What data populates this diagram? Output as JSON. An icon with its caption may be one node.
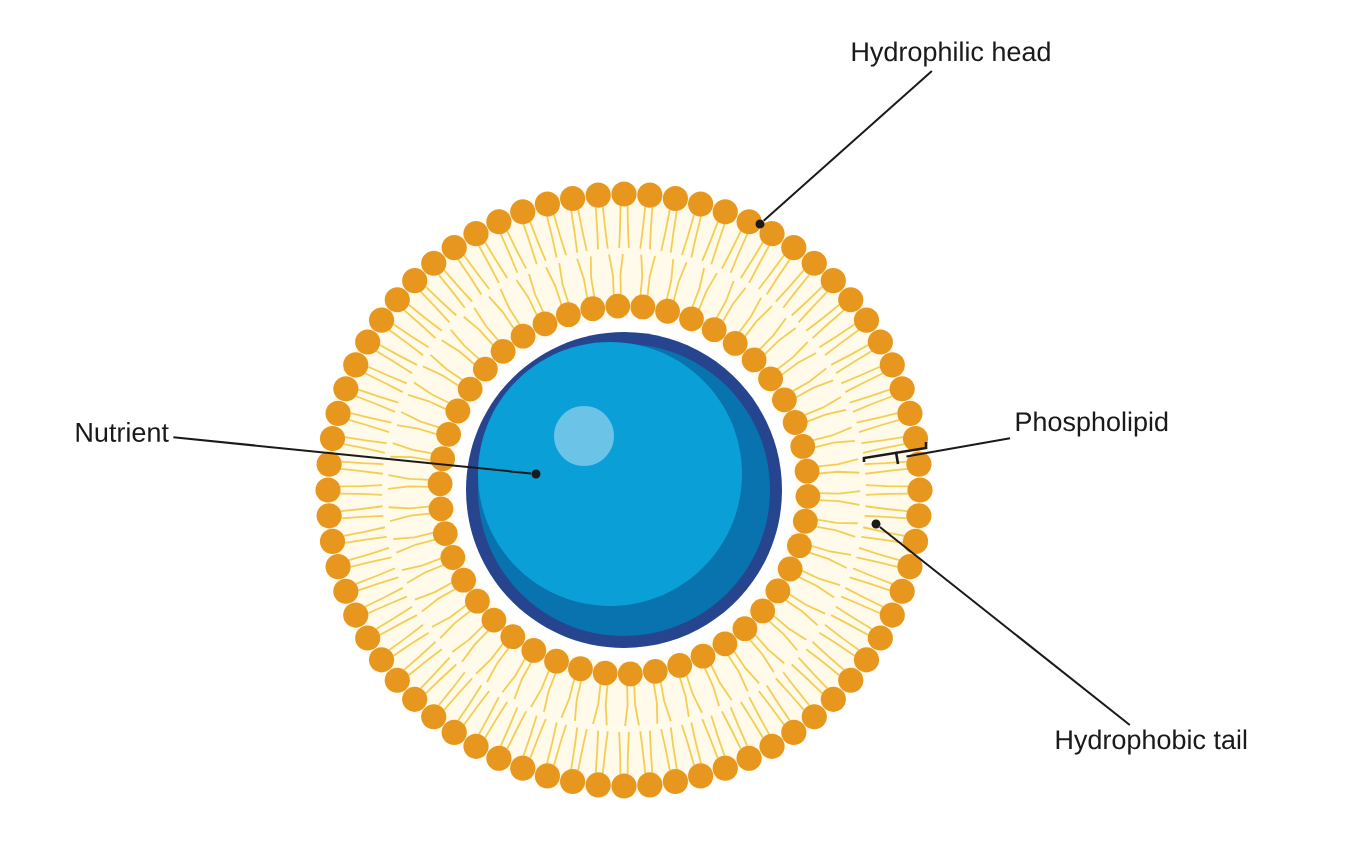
{
  "diagram": {
    "nodes": [
      {
        "text": [
          "Hydrophilic head"
        ]
      },
      {
        "text": [
          "Nutrient"
        ]
      },
      {
        "text": [
          "Phospholipid"
        ]
      },
      {
        "text": [
          "Hydrophobic tail"
        ]
      },
      {
        "text": [],
        "shape": "circle"
      },
      {
        "text": [],
        "shape": "circle"
      },
      {
        "text": [],
        "shape": "bracket"
      },
      {
        "text": [],
        "shape": "circle"
      }
    ],
    "edges": [
      {
        "from": 0,
        "to": 4,
        "arrow": "none"
      },
      {
        "from": 1,
        "to": 5,
        "arrow": "none"
      },
      {
        "from": 2,
        "to": 6,
        "arrow": "none"
      },
      {
        "from": 3,
        "to": 7,
        "arrow": "none"
      }
    ]
  }
}
